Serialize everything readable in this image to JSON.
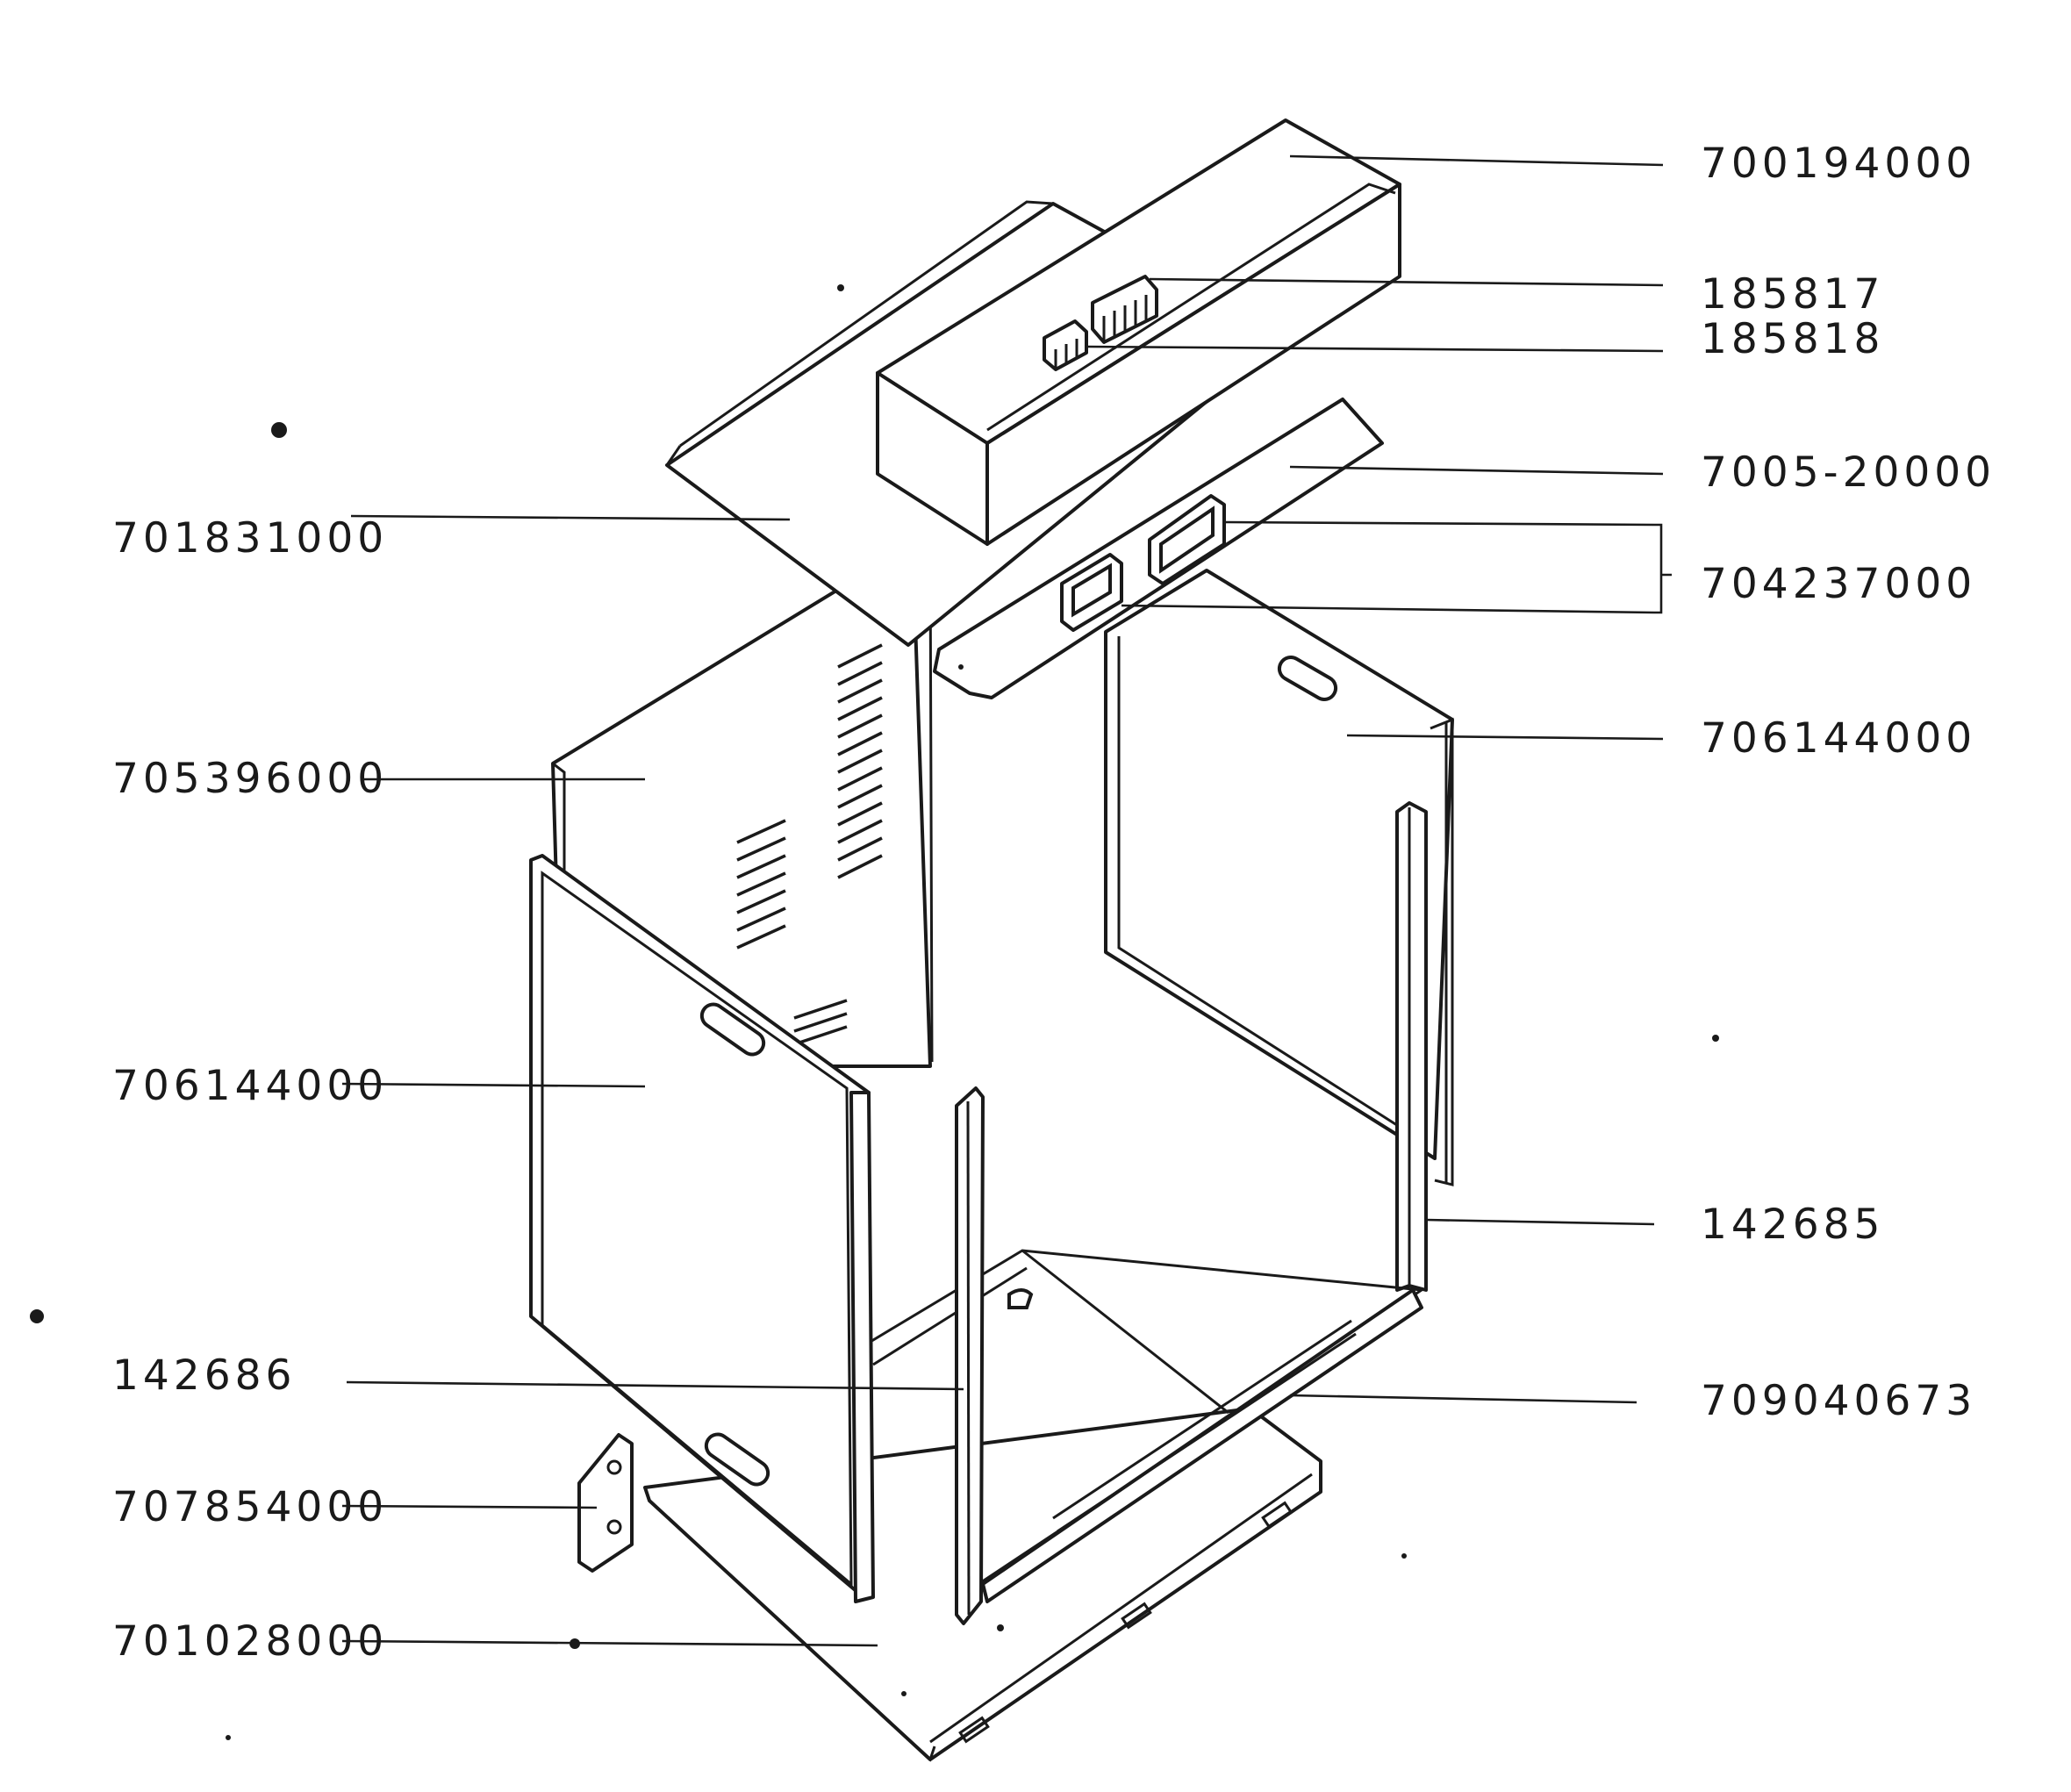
{
  "callouts": {
    "c700194000": "700194000",
    "c185817": "185817",
    "c185818": "185818",
    "c700520000": "7005-20000",
    "c704237000": "704237000",
    "c706144000_r": "706144000",
    "c142685": "142685",
    "c709040673": "709040673",
    "c701831000": "701831000",
    "c705396000": "705396000",
    "c706144000_l": "706144000",
    "c142686": "142686",
    "c707854000": "707854000",
    "c701028000": "701028000"
  },
  "colors": {
    "ink": "#1a1a1a",
    "paper": "#ffffff"
  }
}
